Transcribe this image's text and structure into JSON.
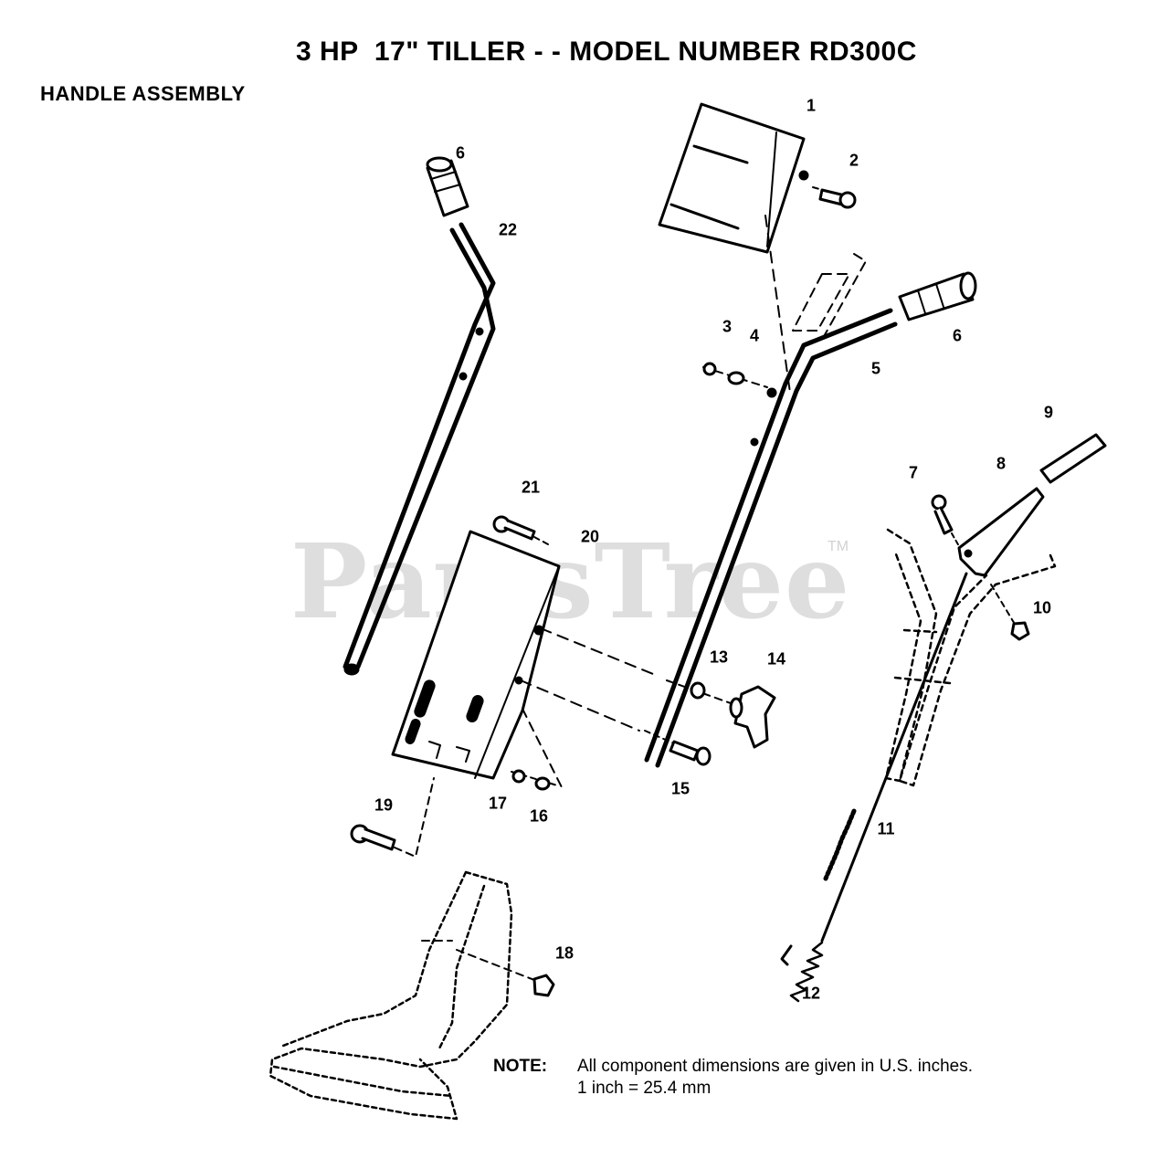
{
  "header": {
    "title": "3 HP  17\" TILLER - - MODEL NUMBER RD300C",
    "section": "HANDLE ASSEMBLY"
  },
  "watermark": {
    "text": "PartsTree",
    "trademark": "TM"
  },
  "callouts": {
    "c1": "1",
    "c2": "2",
    "c3": "3",
    "c4": "4",
    "c5": "5",
    "c6a": "6",
    "c6b": "6",
    "c7": "7",
    "c8": "8",
    "c9": "9",
    "c10": "10",
    "c11": "11",
    "c12": "12",
    "c13": "13",
    "c14": "14",
    "c15": "15",
    "c16": "16",
    "c17": "17",
    "c18": "18",
    "c19": "19",
    "c20": "20",
    "c21": "21",
    "c22": "22"
  },
  "note": {
    "label": "NOTE:",
    "line1": "All component dimensions are given in U.S. inches.",
    "line2": "1 inch = 25.4 mm"
  }
}
